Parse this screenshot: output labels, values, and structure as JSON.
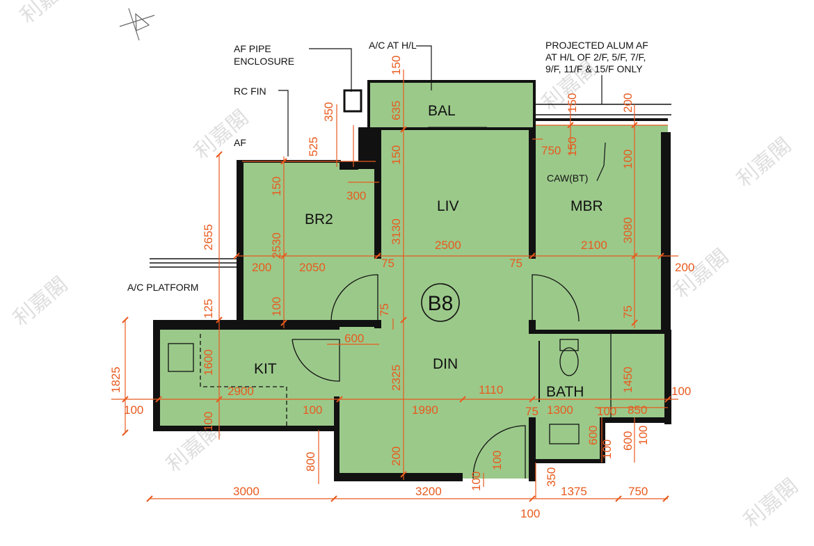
{
  "unit_label": "B8",
  "rooms": {
    "bal": "BAL",
    "liv": "LIV",
    "mbr": "MBR",
    "br2": "BR2",
    "kit": "KIT",
    "din": "DIN",
    "bath": "BATH"
  },
  "notes": {
    "af_pipe_1": "AF PIPE",
    "af_pipe_2": "ENCLOSURE",
    "ac_hl": "A/C AT H/L",
    "projected_1": "PROJECTED ALUM AF",
    "projected_2": "AT H/L OF 2/F, 5/F, 7/F,",
    "projected_3": "9/F, 11/F & 15/F ONLY",
    "rc_fin": "RC FIN",
    "af": "AF",
    "caw": "CAW(BT)",
    "ac_platform": "A/C PLATFORM"
  },
  "watermark": "利嘉閣",
  "colors": {
    "floor": "#9bc98a",
    "wall": "#111111",
    "dimension": "#e85a1e"
  },
  "dimensions": {
    "d150_bal": "150",
    "d635": "635",
    "d150_liv": "150",
    "d350": "350",
    "d525": "525",
    "d150_br2": "150",
    "d300": "300",
    "d2530": "2530",
    "d2655": "2655",
    "d3130": "3130",
    "d150_top": "150",
    "d200_top": "200",
    "d750_top": "750",
    "d150_mbr": "150",
    "d100_mbr": "100",
    "d3080": "3080",
    "d2500": "2500",
    "d2100": "2100",
    "d200_l": "200",
    "d2050": "2050",
    "d75_a": "75",
    "d75_b": "75",
    "d200_r": "200",
    "d125": "125",
    "d100_br2": "100",
    "d75_c": "75",
    "d75_d": "75",
    "d600": "600",
    "d1600": "1600",
    "d1825": "1825",
    "d2325": "2325",
    "d1450": "1450",
    "d2900": "2900",
    "d1110": "1110",
    "d100_w": "100",
    "d100_k": "100",
    "d100_kv": "100",
    "d1990": "1990",
    "d75_e": "75",
    "d1300": "1300",
    "d100_b": "100",
    "d850": "850",
    "d100_e": "100",
    "d600_b": "600",
    "d100_bv": "100",
    "d600_c": "600",
    "d100_f": "100",
    "d800": "800",
    "d200_d": "200",
    "d100_dr": "100",
    "d100_dr2": "100",
    "d350_b": "350",
    "d3000": "3000",
    "d3200": "3200",
    "d1375": "1375",
    "d750_b": "750",
    "d100_bot": "100"
  }
}
